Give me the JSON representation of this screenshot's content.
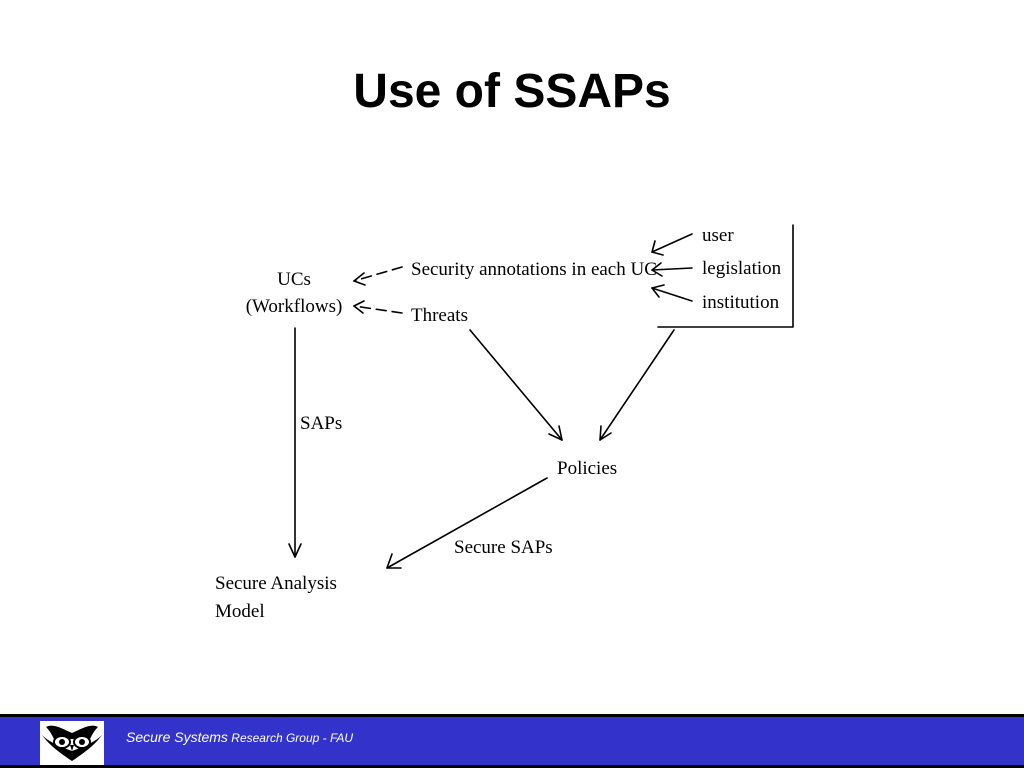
{
  "slide": {
    "title": "Use of SSAPs"
  },
  "diagram": {
    "nodes": {
      "ucs_line1": "UCs",
      "ucs_line2": "(Workflows)",
      "security_annotations": "Security annotations in each  UC",
      "threats": "Threats",
      "user": "user",
      "legislation": "legislation",
      "institution": "institution",
      "policies": "Policies",
      "secure_analysis_line1": "Secure Analysis",
      "secure_analysis_line2": "Model"
    },
    "edge_labels": {
      "saps": "SAPs",
      "secure_saps": "Secure SAPs"
    }
  },
  "footer": {
    "text_main": "Secure Systems",
    "text_small": " Research Group - FAU",
    "bar_color": "#3333cc",
    "logo_icon": "owl-logo-icon"
  }
}
